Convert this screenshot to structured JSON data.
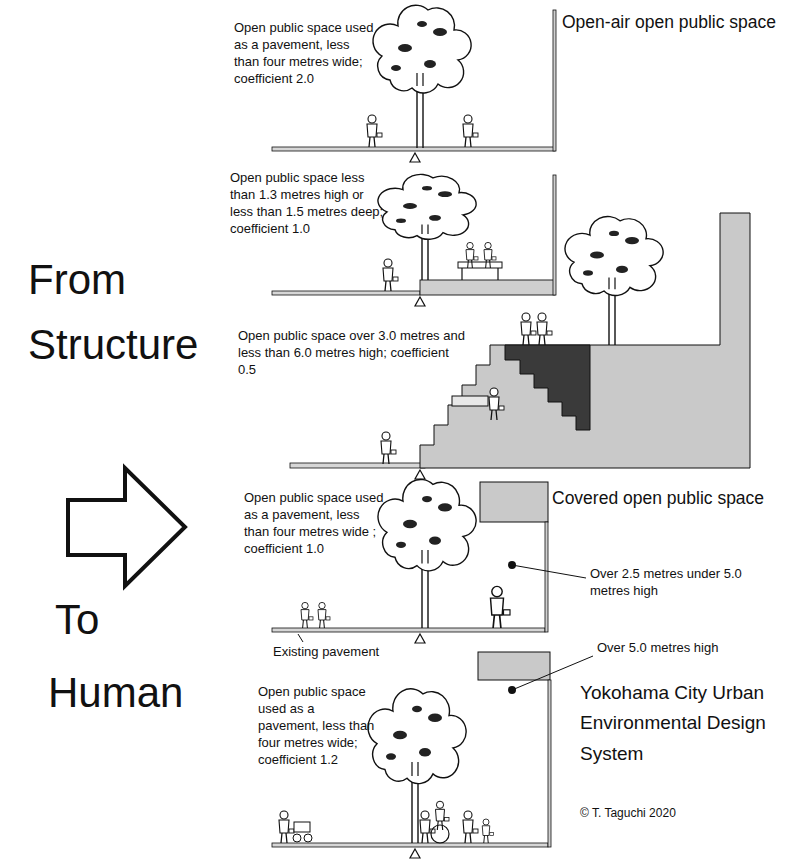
{
  "diagram": {
    "labels": [
      "Open public space used as a pavement, less than four metres wide; coefficient 2.0",
      "Open-air open public space",
      "Open public space less than 1.3 metres high or less than 1.5 metres deep; coefficient 1.0",
      "From",
      "Structure",
      "Open public space over 3.0 metres and less than 6.0 metres high; coefficient 0.5",
      "Open public space used as a pavement, less than four metres wide ; coefficient 1.0",
      "Covered open public space",
      "Over 2.5 metres under 5.0 metres high",
      "Existing pavement",
      "Over 5.0 metres high",
      "To",
      "Human",
      "Open public space used as a pavement, less than four metres wide; coefficient 1.2",
      "Yokohama City Urban Environmental Design System",
      "© T. Taguchi 2020"
    ]
  }
}
